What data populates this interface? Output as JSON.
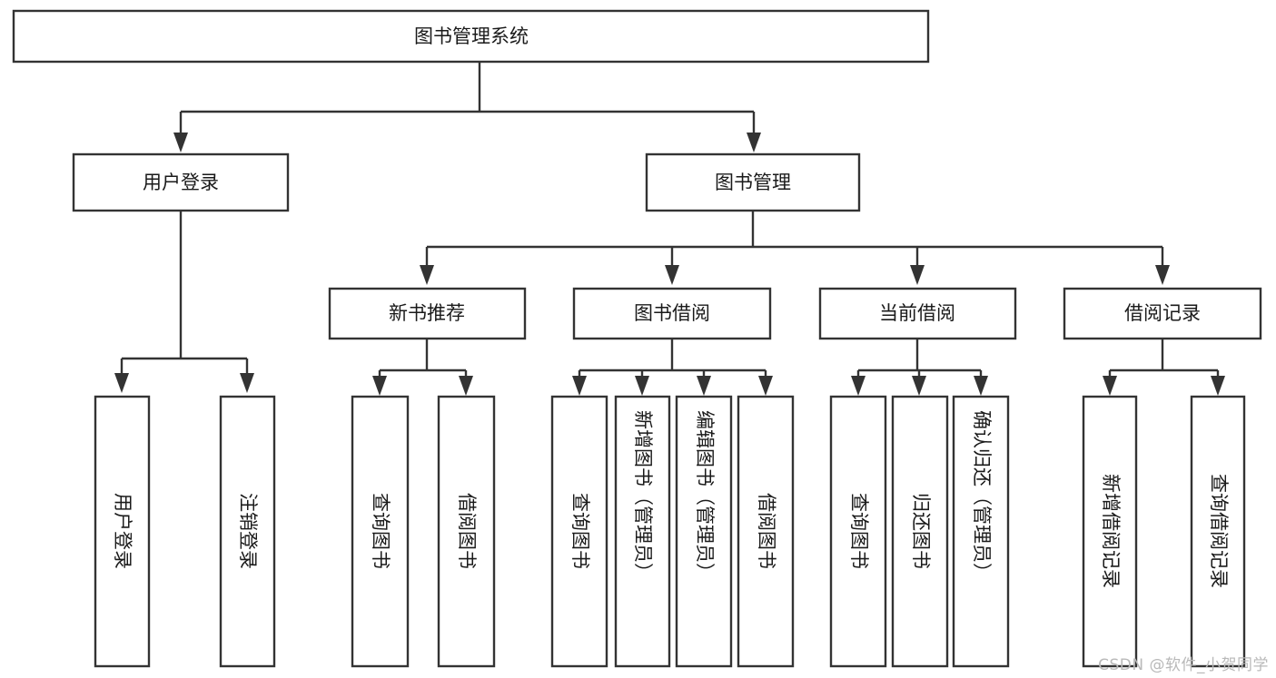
{
  "diagram": {
    "type": "tree-hierarchy-flowchart",
    "orientation": "top-down",
    "root": {
      "label": "图书管理系统"
    },
    "level2": [
      {
        "id": "user-login",
        "label": "用户登录"
      },
      {
        "id": "book-management",
        "label": "图书管理"
      }
    ],
    "level3": [
      {
        "id": "new-book-recommend",
        "label": "新书推荐",
        "parent": "book-management"
      },
      {
        "id": "book-borrow",
        "label": "图书借阅",
        "parent": "book-management"
      },
      {
        "id": "current-borrow",
        "label": "当前借阅",
        "parent": "book-management"
      },
      {
        "id": "borrow-record",
        "label": "借阅记录",
        "parent": "book-management"
      }
    ],
    "leaves": [
      {
        "id": "leaf-user-login",
        "label": "用户登录",
        "parent": "user-login"
      },
      {
        "id": "leaf-logout-login",
        "label": "注销登录",
        "parent": "user-login"
      },
      {
        "id": "leaf-query-book-1",
        "label": "查询图书",
        "parent": "new-book-recommend"
      },
      {
        "id": "leaf-borrow-book-1",
        "label": "借阅图书",
        "parent": "new-book-recommend"
      },
      {
        "id": "leaf-query-book-2",
        "label": "查询图书",
        "parent": "book-borrow"
      },
      {
        "id": "leaf-add-book",
        "label": "新增图书（管理员）",
        "parent": "book-borrow"
      },
      {
        "id": "leaf-edit-book",
        "label": "编辑图书（管理员）",
        "parent": "book-borrow"
      },
      {
        "id": "leaf-borrow-book-2",
        "label": "借阅图书",
        "parent": "book-borrow"
      },
      {
        "id": "leaf-query-book-3",
        "label": "查询图书",
        "parent": "current-borrow"
      },
      {
        "id": "leaf-return-book",
        "label": "归还图书",
        "parent": "current-borrow"
      },
      {
        "id": "leaf-confirm-return",
        "label": "确认归还（管理员）",
        "parent": "current-borrow"
      },
      {
        "id": "leaf-add-borrow-record",
        "label": "新增借阅记录",
        "parent": "borrow-record"
      },
      {
        "id": "leaf-query-borrow-record",
        "label": "查询借阅记录",
        "parent": "borrow-record"
      }
    ],
    "colors": {
      "box_stroke": "#333333",
      "box_fill": "#ffffff",
      "connector": "#333333",
      "text": "#1a1a1a",
      "background": "#ffffff",
      "watermark": "#b9b9b9"
    }
  },
  "watermark": {
    "text": "CSDN @软件_小贺同学"
  }
}
